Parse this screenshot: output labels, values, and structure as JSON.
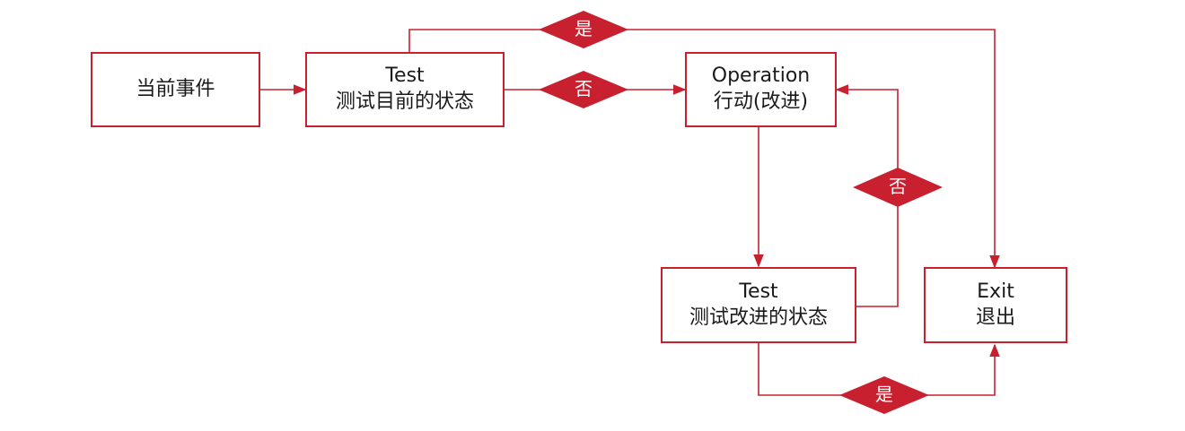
{
  "colors": {
    "stroke": "#c8202f",
    "diamond_fill": "#c8202f",
    "text": "#1a1a1a"
  },
  "nodes": {
    "current_event": {
      "label": "当前事件"
    },
    "test_current": {
      "title": "Test",
      "subtitle": "测试目前的状态"
    },
    "operation": {
      "title": "Operation",
      "subtitle": "行动(改进)"
    },
    "test_improved": {
      "title": "Test",
      "subtitle": "测试改进的状态"
    },
    "exit": {
      "title": "Exit",
      "subtitle": "退出"
    }
  },
  "decisions": {
    "top_yes": "是",
    "first_no": "否",
    "loop_no": "否",
    "bottom_yes": "是"
  }
}
